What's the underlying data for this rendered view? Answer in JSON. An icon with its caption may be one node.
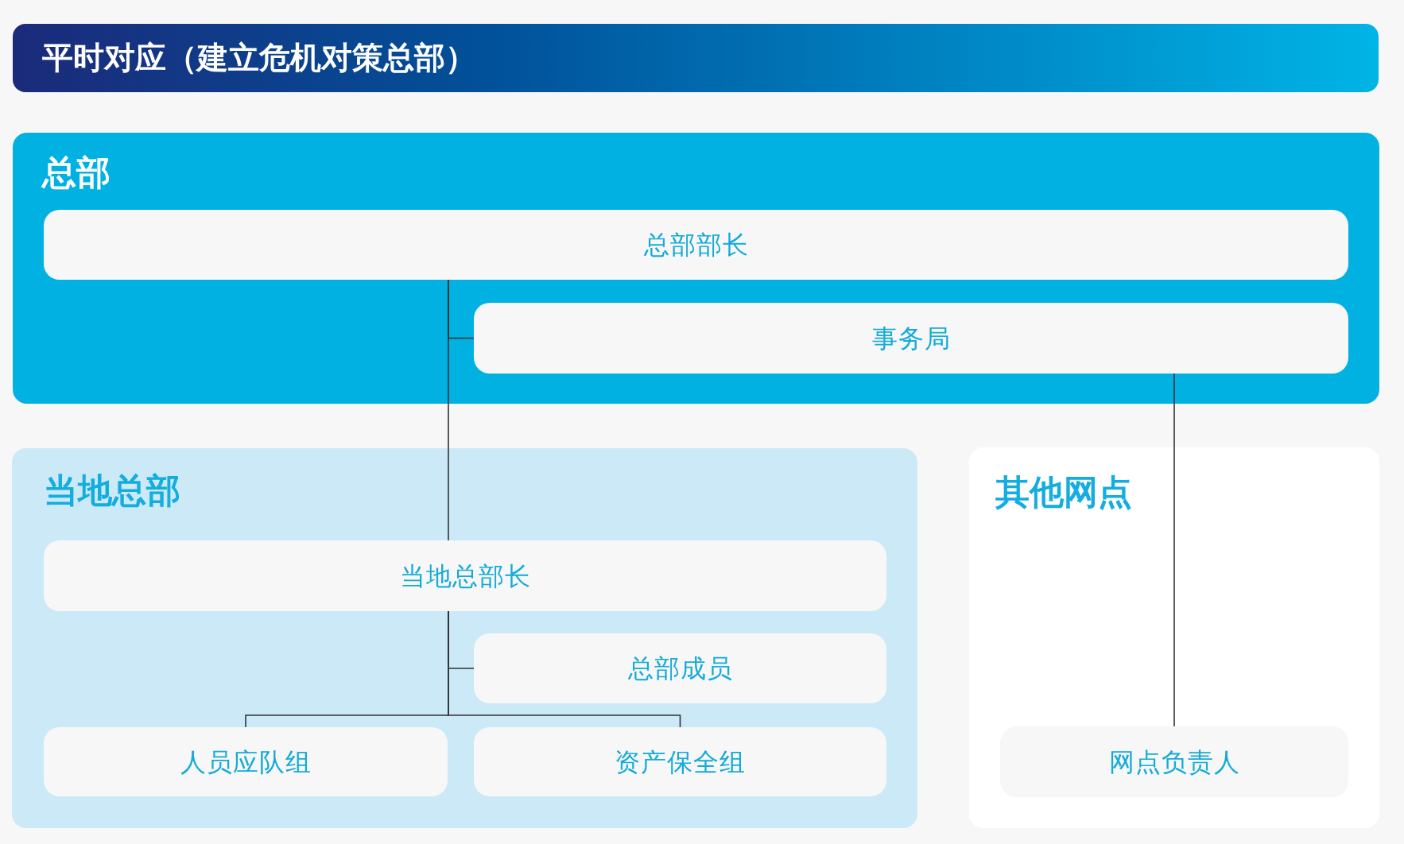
{
  "diagram": {
    "title": "平时对应（建立危机对策总部）",
    "nodes": [
      {
        "text": [
          "总部"
        ]
      },
      {
        "text": [
          "总部部长"
        ],
        "in": 0
      },
      {
        "text": [
          "事务局"
        ],
        "in": 0
      },
      {
        "text": [
          "当地总部"
        ]
      },
      {
        "text": [
          "当地总部长"
        ],
        "in": 3
      },
      {
        "text": [
          "总部成员"
        ],
        "in": 3
      },
      {
        "text": [
          "人员应队组"
        ],
        "in": 3
      },
      {
        "text": [
          "资产保全组"
        ],
        "in": 3
      },
      {
        "text": [
          "其他网点"
        ]
      },
      {
        "text": [
          "网点负责人"
        ],
        "in": 8
      }
    ],
    "edges": [
      {
        "from": 1,
        "to": 2,
        "arrow": "none"
      },
      {
        "from": 1,
        "to": 4,
        "arrow": "none"
      },
      {
        "from": 2,
        "to": 9,
        "arrow": "none"
      },
      {
        "from": 4,
        "to": 5,
        "arrow": "none"
      },
      {
        "from": 4,
        "to": 6,
        "arrow": "none"
      },
      {
        "from": 4,
        "to": 7,
        "arrow": "none"
      }
    ]
  }
}
